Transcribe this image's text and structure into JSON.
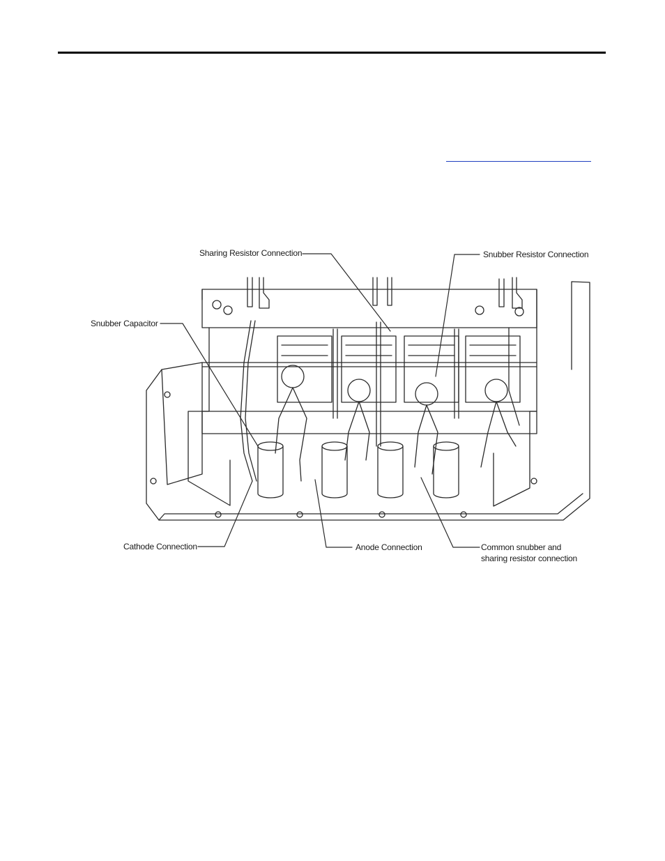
{
  "figure": {
    "callouts": {
      "sharing_resistor": "Sharing Resistor Connection",
      "snubber_resistor": "Snubber Resistor Connection",
      "snubber_capacitor": "Snubber Capacitor",
      "cathode": "Cathode Connection",
      "anode": "Anode Connection",
      "common_line1": "Common snubber and",
      "common_line2": "sharing resistor connection"
    }
  }
}
